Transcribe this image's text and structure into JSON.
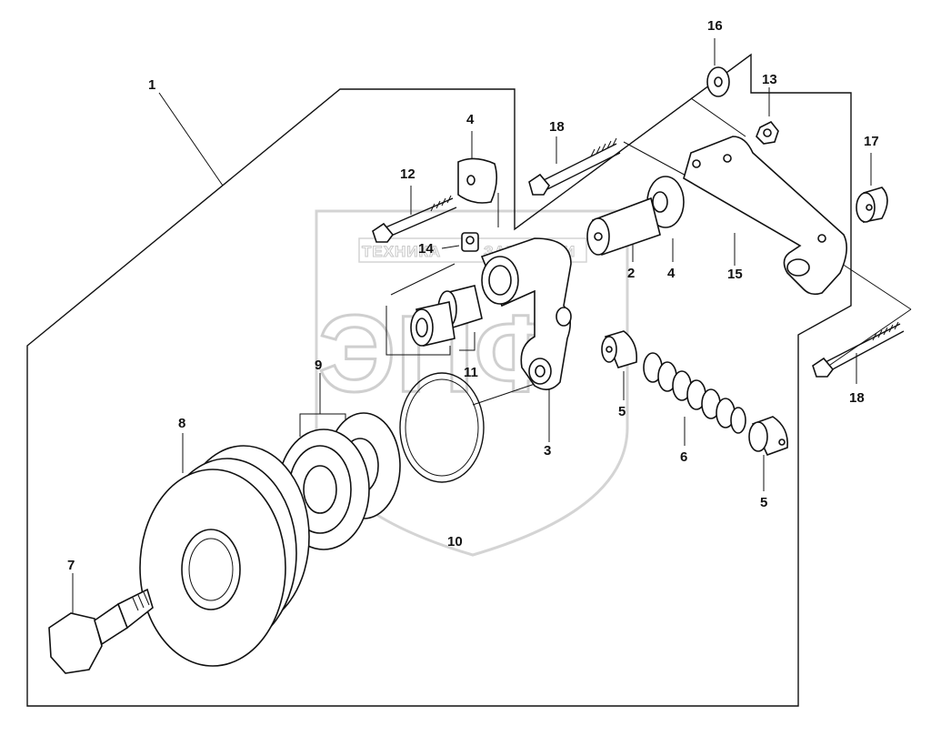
{
  "callouts": [
    {
      "id": "1",
      "text": "1"
    },
    {
      "id": "2",
      "text": "2"
    },
    {
      "id": "3",
      "text": "3"
    },
    {
      "id": "4a",
      "text": "4"
    },
    {
      "id": "4b",
      "text": "4"
    },
    {
      "id": "5a",
      "text": "5"
    },
    {
      "id": "5b",
      "text": "5"
    },
    {
      "id": "6",
      "text": "6"
    },
    {
      "id": "7",
      "text": "7"
    },
    {
      "id": "8",
      "text": "8"
    },
    {
      "id": "9",
      "text": "9"
    },
    {
      "id": "10",
      "text": "10"
    },
    {
      "id": "11",
      "text": "11"
    },
    {
      "id": "12",
      "text": "12"
    },
    {
      "id": "13",
      "text": "13"
    },
    {
      "id": "14",
      "text": "14"
    },
    {
      "id": "15",
      "text": "15"
    },
    {
      "id": "16",
      "text": "16"
    },
    {
      "id": "17",
      "text": "17"
    },
    {
      "id": "18a",
      "text": "18"
    },
    {
      "id": "18b",
      "text": "18"
    }
  ],
  "watermark": {
    "top_text": "ТЕХНИКА",
    "top_text_right": "ЗАПЧАСТИ",
    "letters": "ЭПФ"
  },
  "colors": {
    "line": "#111111",
    "watermark": "#c9c9c9",
    "background": "#ffffff"
  }
}
